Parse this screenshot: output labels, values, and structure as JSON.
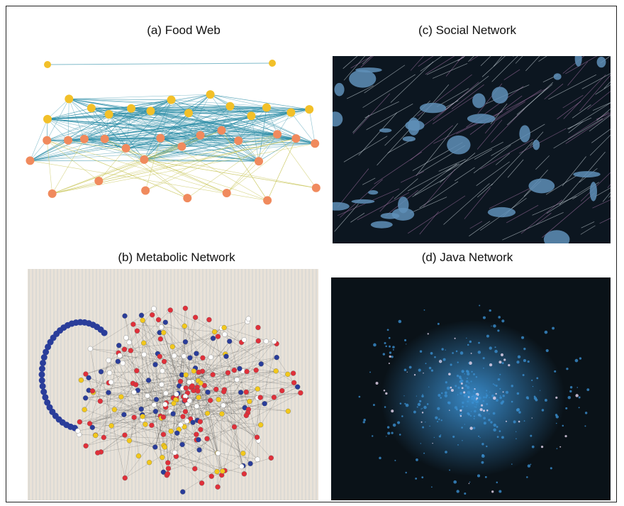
{
  "figure": {
    "panels": [
      {
        "id": "a",
        "label": "(a) Food Web"
      },
      {
        "id": "b",
        "label": "(b) Metabolic Network"
      },
      {
        "id": "c",
        "label": "(c) Social Network"
      },
      {
        "id": "d",
        "label": "(d) Java Network"
      }
    ]
  },
  "colors": {
    "food_edge": "#2f8fa8",
    "food_node_top": "#f2c029",
    "food_node_bottom": "#f08a5d",
    "metabolic_bg": "#e9e2d8",
    "metabolic_red": "#e0303a",
    "metabolic_blue": "#2a3d9a",
    "metabolic_white": "#ffffff",
    "metabolic_yellow": "#f2c81c",
    "social_bg": "#0c1620",
    "social_node": "#5f8fb8",
    "java_bg": "#0a1218",
    "java_cloud": "#3a8fd0"
  }
}
